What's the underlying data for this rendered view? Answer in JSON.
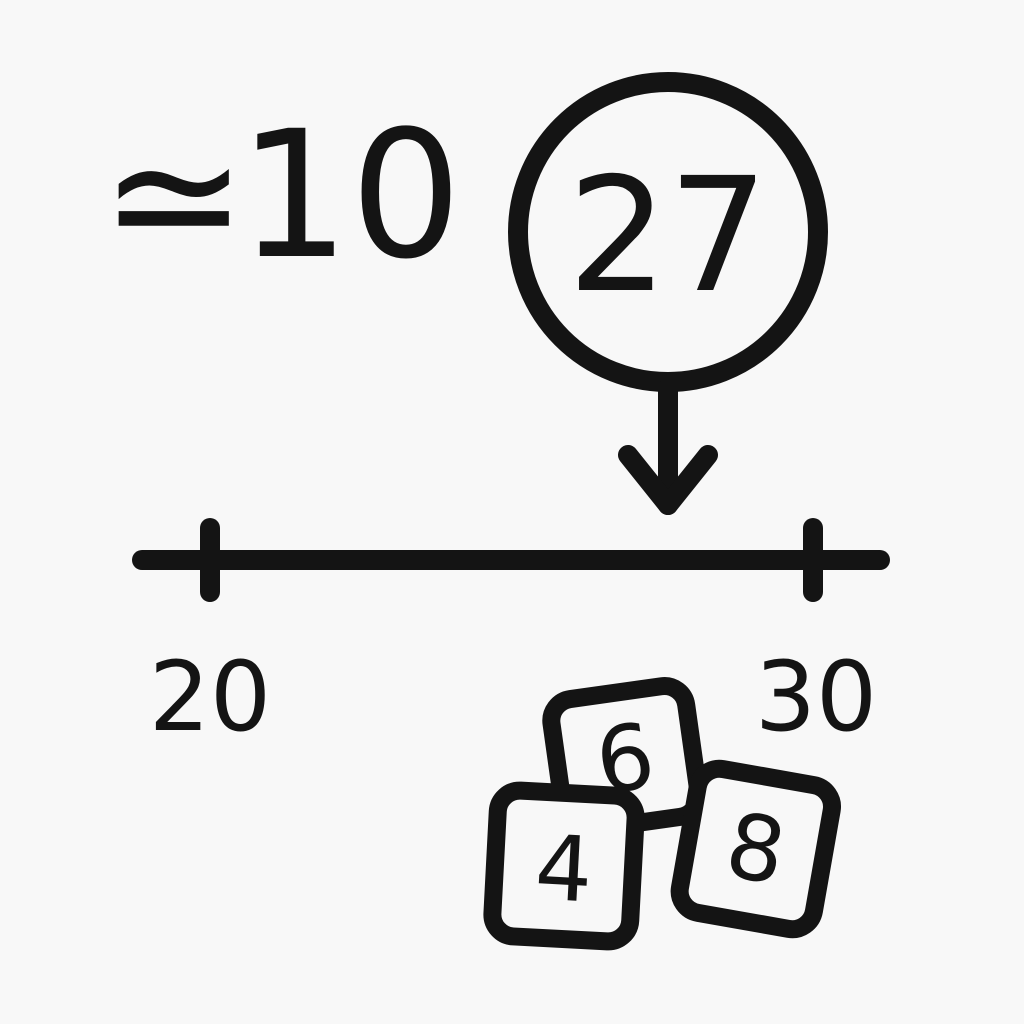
{
  "estimate": {
    "symbol": "≃",
    "value": "10"
  },
  "target": {
    "value": "27"
  },
  "number_line": {
    "start_label": "20",
    "end_label": "30"
  },
  "cards": [
    {
      "value": "6"
    },
    {
      "value": "4"
    },
    {
      "value": "8"
    }
  ],
  "colors": {
    "ink": "#141414",
    "background": "#f8f8f8"
  }
}
